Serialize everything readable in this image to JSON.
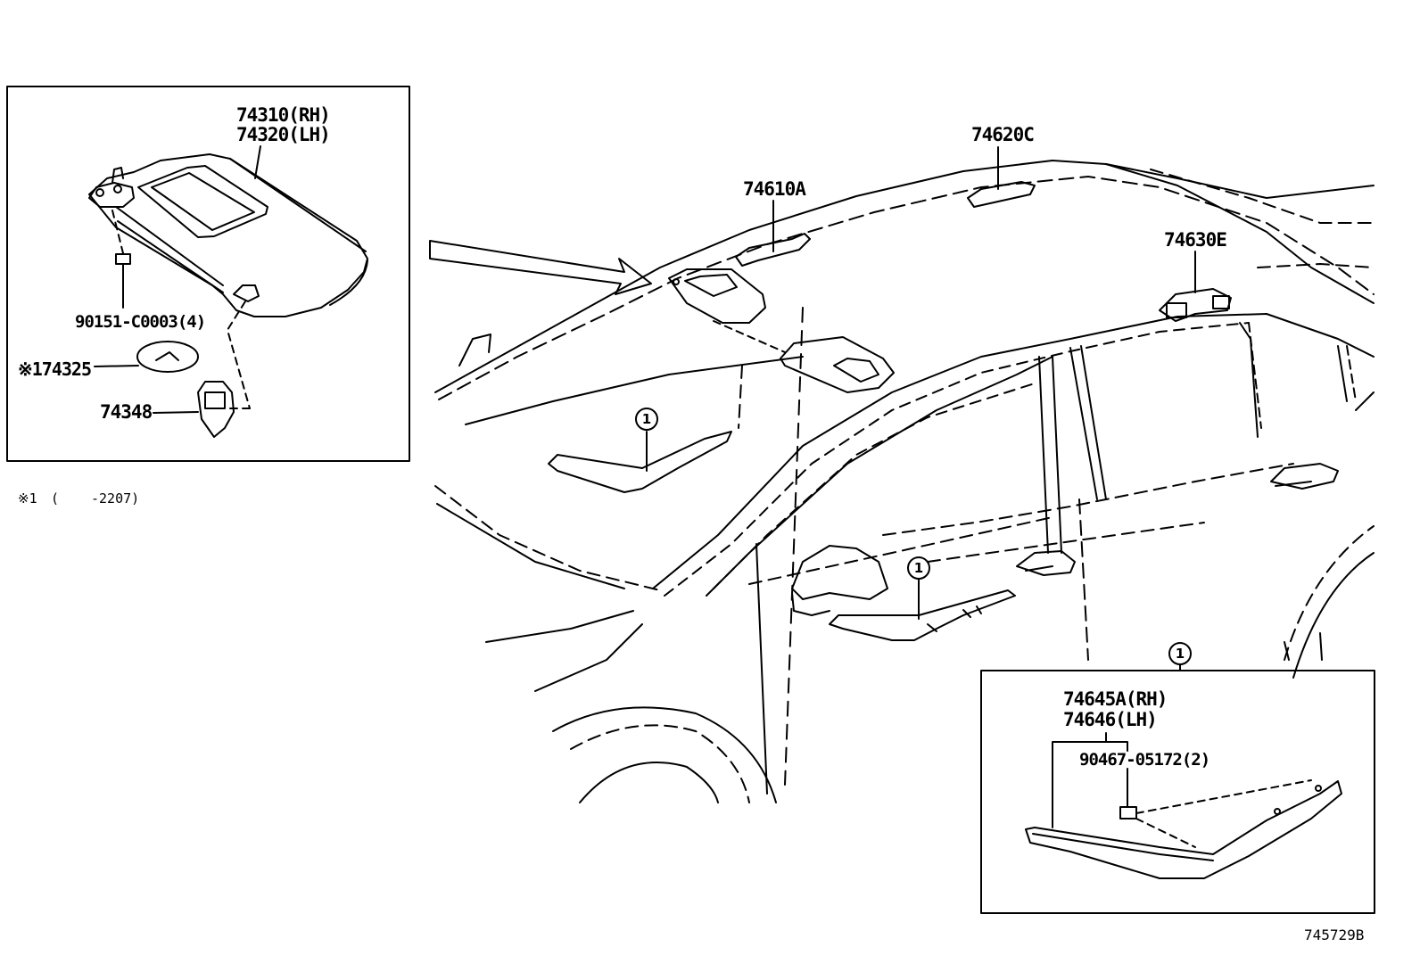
{
  "labels": {
    "visor_rh": "74310(RH)",
    "visor_lh": "74320(LH)",
    "screw": "90151-C0003(4)",
    "cover": "※174325",
    "holder": "74348",
    "grip_a": "74610A",
    "grip_c": "74620C",
    "grip_e": "74630E",
    "garnish_rh": "74645A(RH)",
    "garnish_lh": "74646(LH)",
    "clip": "90467-05172(2)"
  },
  "callouts": {
    "ref1": "1"
  },
  "note": {
    "mark": "※1",
    "open": "(",
    "range": "-2207)"
  },
  "diagram_code": "745729B"
}
